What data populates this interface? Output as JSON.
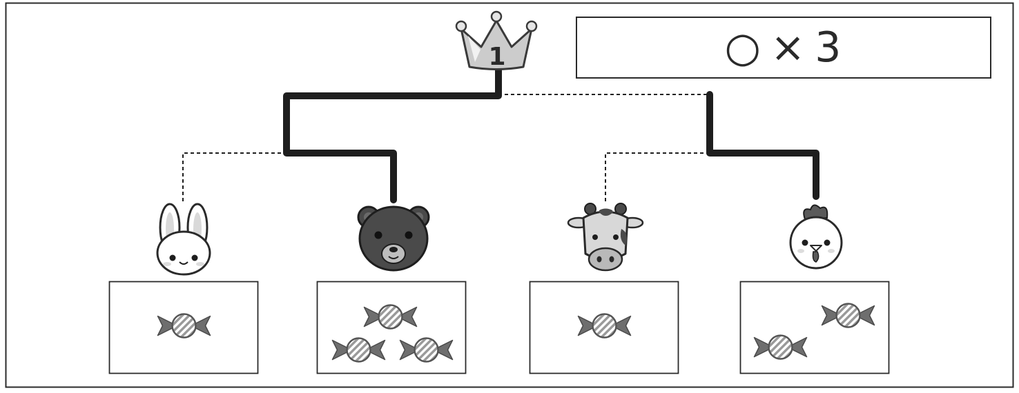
{
  "header": {
    "crown_label": "1",
    "answer": {
      "mark": "○",
      "operator": "×",
      "value": "3"
    }
  },
  "bracket": {
    "winner_path": [
      "bear",
      "semifinal-left"
    ],
    "finalist_path": [
      "chicken",
      "semifinal-right"
    ]
  },
  "competitors": [
    {
      "animal": "rabbit",
      "candies": 1
    },
    {
      "animal": "bear",
      "candies": 3
    },
    {
      "animal": "cow",
      "candies": 1
    },
    {
      "animal": "chicken",
      "candies": 2
    }
  ],
  "colors": {
    "line": "#1e1e1e",
    "candy_wrapper": "#6e6e6e",
    "candy_stripe": "#9a9a9a",
    "bear_fur": "#4a4a4a",
    "crown": "#c8c8c8"
  }
}
